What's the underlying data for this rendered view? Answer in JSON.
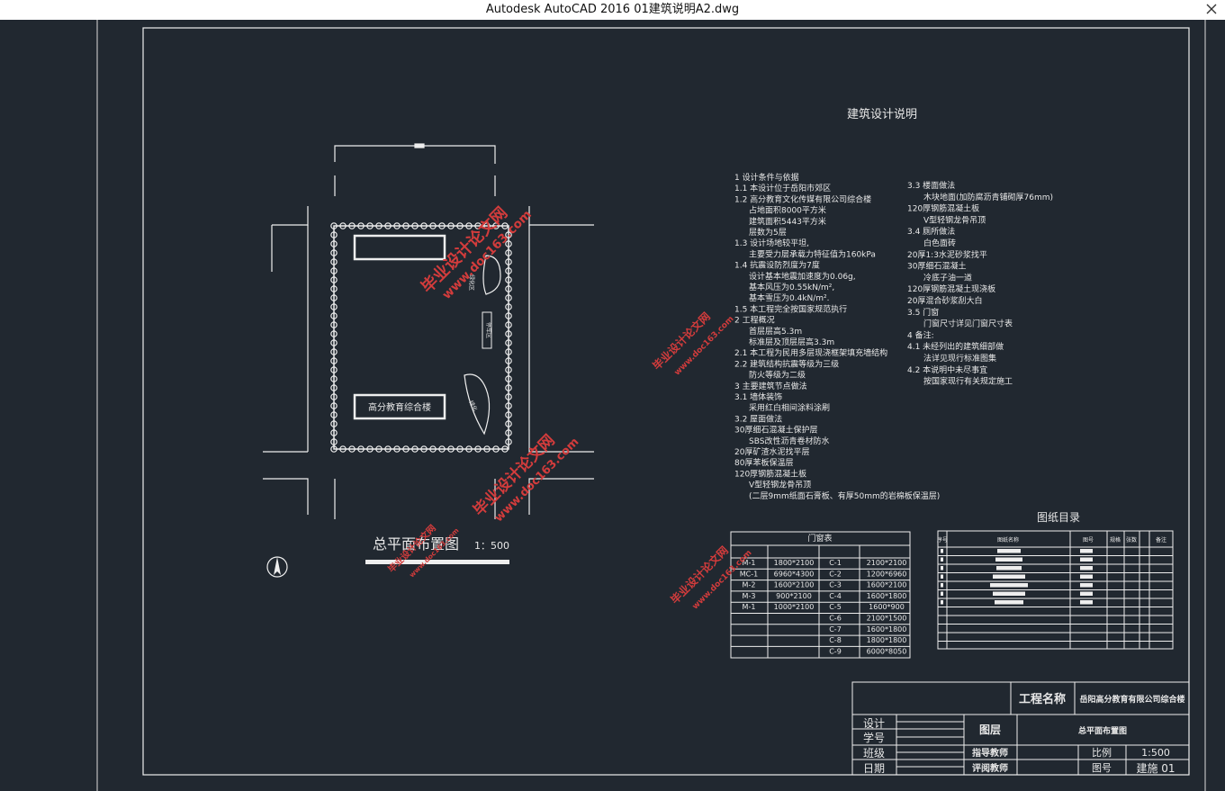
{
  "window": {
    "title": "Autodesk AutoCAD 2016     01建筑说明A2.dwg"
  },
  "site_plan": {
    "building_label": "高分教育综合楼",
    "side_label_1": "停车区",
    "side_label_2": "绿化",
    "green_label": "绿化区",
    "title": "总平面布置图",
    "scale": "1：500"
  },
  "notes": {
    "title": "建筑设计说明",
    "col1": [
      "1 设计条件与依据",
      "1.1 本设计位于岳阳市郊区",
      "1.2 高分教育文化传媒有限公司综合楼",
      "占地面积8000平方米",
      "建筑面积5443平方米",
      "层数为5层",
      "1.3 设计场地较平坦,",
      "主要受力层承载力特征值为160kPa",
      "1.4 抗震设防烈度为7度",
      "设计基本地震加速度为0.06g,",
      "基本风压为0.55kN/m²,",
      "基本雪压为0.4kN/m².",
      "1.5 本工程完全按国家规范执行",
      "2 工程概况",
      "首层层高5.3m",
      "标准层及顶层层高3.3m",
      "2.1 本工程为民用多层现浇框架填充墙结构",
      "2.2 建筑结构抗震等级为三级",
      "防火等级为二级",
      "3 主要建筑节点做法",
      "3.1 墙体装饰",
      "采用红白相间涂料涂刷",
      "3.2 屋面做法",
      "30厚细石混凝土保护层",
      "SBS改性沥青卷材防水",
      "20厚矿渣水泥找平层",
      "80厚苯板保温层",
      "120厚钢筋混凝土板",
      "V型轻钢龙骨吊顶",
      "(二层9mm纸面石膏板、有厚50mm的岩棉板保温层)"
    ],
    "col2": [
      "3.3  楼面做法",
      "木块地面(加防腐沥青铺砌厚76mm)",
      "120厚钢筋混凝土板",
      "V型轻钢龙骨吊顶",
      "3.4  厕所做法",
      "白色面砖",
      "20厚1:3水泥砂浆找平",
      "30厚细石混凝土",
      "冷底子油一道",
      "120厚钢筋混凝土现浇板",
      "20厚混合砂浆刮大白",
      "3.5  门窗",
      "门窗尺寸详见门窗尺寸表",
      "4  备注:",
      "4.1 未经列出的建筑细部做",
      "法详见现行标准图集",
      "4.2 本说明中未尽事宜",
      "按国家现行有关规定施工"
    ]
  },
  "door_table": {
    "title": "门窗表",
    "rows": [
      [
        "M-1",
        "1800*2100",
        "C-1",
        "2100*2100"
      ],
      [
        "MC-1",
        "6960*4300",
        "C-2",
        "1200*6960"
      ],
      [
        "M-2",
        "1600*2100",
        "C-3",
        "1600*2100"
      ],
      [
        "M-3",
        "900*2100",
        "C-4",
        "1600*1800"
      ],
      [
        "M-1",
        "1000*2100",
        "C-5",
        "1600*900"
      ],
      [
        "",
        "",
        "C-6",
        "2100*1500"
      ],
      [
        "",
        "",
        "C-7",
        "1600*1800"
      ],
      [
        "",
        "",
        "C-8",
        "1800*1800"
      ],
      [
        "",
        "",
        "C-9",
        "6000*8050"
      ]
    ]
  },
  "drawing_index": {
    "title": "图纸目录",
    "headers": [
      "序号",
      "图纸名称",
      "图号",
      "规格",
      "张数",
      "备注"
    ]
  },
  "title_block": {
    "project_label": "工程名称",
    "project_value": "岳阳高分教育有限公司综合楼",
    "layer_label": "图层",
    "layer_value": "总平面布置图",
    "design": "设计",
    "student_id": "学号",
    "class": "班级",
    "date": "日期",
    "advisor": "指导教师",
    "reviewer": "评阅教师",
    "scale_label": "比例",
    "scale_value": "1:500",
    "sheet_label": "图号",
    "sheet_value": "建施 01"
  },
  "watermarks": [
    "毕业设计论文网",
    "www.doc163.com"
  ],
  "colors": {
    "background": "#212830",
    "lines": "#ffffff",
    "watermark": "#d33c3c"
  }
}
